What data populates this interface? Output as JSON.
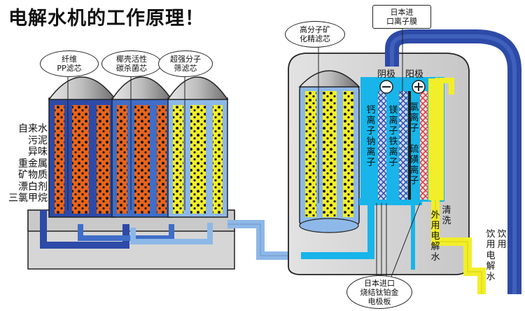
{
  "title": "电解水机的工作原理！",
  "contaminants": [
    "自来水",
    "污泥",
    "异味",
    "重金属",
    "矿物质",
    "漂白剂",
    "三氯甲烷"
  ],
  "filters": [
    {
      "label_line1": "纤维",
      "label_line2": "PP滤芯",
      "color": "#e8641c"
    },
    {
      "label_line1": "椰壳活性",
      "label_line2": "碳杀菌芯",
      "color": "#e8641c"
    },
    {
      "label_line1": "超强分子",
      "label_line2": "筛滤芯",
      "color": "#f2ee2a"
    }
  ],
  "mineral_filter": {
    "label_line1": "高分子矿",
    "label_line2": "化精滤芯"
  },
  "membrane": {
    "label_line1": "日本进",
    "label_line2": "口离子膜"
  },
  "electrode": {
    "label_line1": "日本进口",
    "label_line2": "烧结钛铂金",
    "label_line3": "电极板"
  },
  "cathode_label": "阴极",
  "anode_label": "阳极",
  "cathode_ions": [
    "钙离子钠离子",
    "镁离子铁离子"
  ],
  "anode_ions": [
    "氯离子",
    "硫磺离子"
  ],
  "outputs": {
    "wash": [
      "清洗",
      "外用",
      "电解水"
    ],
    "drink": [
      "饮用",
      "饮用",
      "电解水"
    ]
  },
  "colors": {
    "pipe_dark": "#2d4aa8",
    "pipe_mid": "#3f6dc8",
    "pipe_light": "#8db8e8",
    "cyan": "#17b5ea",
    "yellow": "#f2ee2a",
    "orange": "#e8641c",
    "housing": "#d4d4d4",
    "red_mesh": "#d83b3b"
  }
}
